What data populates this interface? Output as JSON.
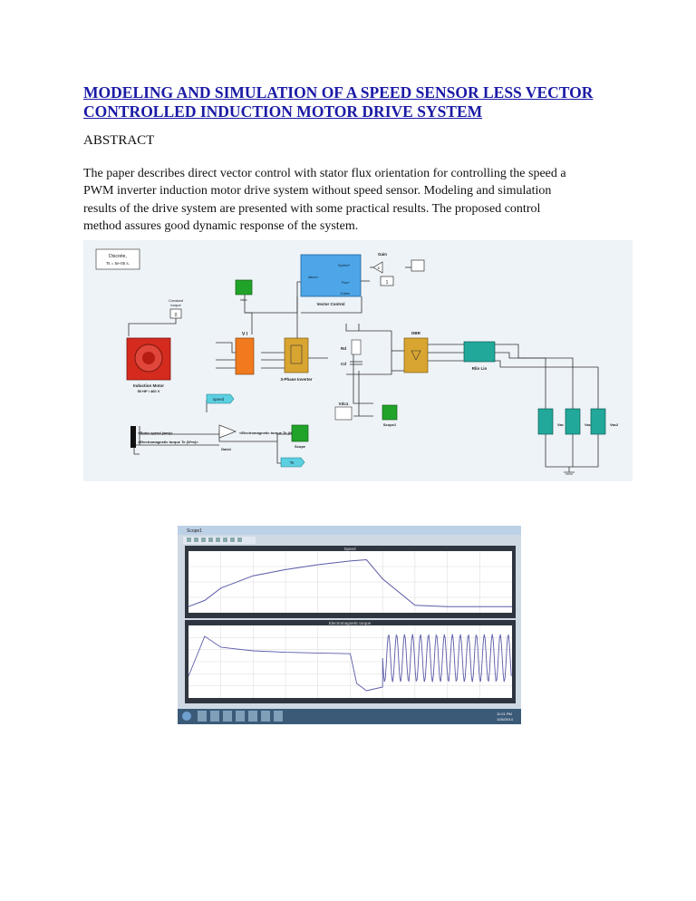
{
  "document": {
    "title_line1": "MODELING AND SIMULATION OF A SPEED SENSOR LESS VECTOR",
    "title_line2": "CONTROLLED INDUCTION MOTOR DRIVE SYSTEM",
    "abstract_heading": "ABSTRACT",
    "abstract_lines": [
      "The paper describes direct vector control with stator flux orientation for controlling the speed a",
      "PWM inverter induction motor drive system without speed sensor. Modeling and simulation",
      "results of the drive system are presented with some practical results. The proposed control",
      "method assures good dynamic response of the system."
    ]
  },
  "diagram": {
    "discrete_block": "Discrete,",
    "discrete_ts": "Ts = 5e-05 s.",
    "gain": "Gain",
    "gain_k": "K",
    "constant_value": "1",
    "vector_control": "Vector Control",
    "vc_port_in": "iabcm",
    "vc_port_speed": "Speed*",
    "vc_port_flux": "Flux*",
    "vc_port_gates": "Gates",
    "iabc_label": "iabc",
    "const_torque_l1": "Constant",
    "const_torque_l2": "torque",
    "const_torque_value": "0",
    "vi_label": "V I",
    "inverter_label": "3-Phase Inverter",
    "rd_label": "Rd",
    "cd_label": "Cd",
    "dbr_label": "DBR",
    "rlin_label": "Rlin Lin",
    "motor_label1": "Induction Motor",
    "motor_label2": "50 HP / 460 V",
    "speed_tag": "speed",
    "vdc_label": "Vdc1",
    "scope1": "Scope1",
    "scope": "Scope",
    "gain1": "Gain1",
    "tag_te": "Te",
    "bus_sig1": "<Rotor speed (wm)>",
    "bus_sig2": "<Electromagnetic torque Te (N*m)>",
    "gain_sig": "<Electromagnetic torque Te (N*m)>",
    "vab_labels": [
      "Vac",
      "Vac1",
      "Vac2"
    ]
  },
  "screenshot": {
    "window_title": "Scope1",
    "plot1_title": "Speed",
    "plot2_title": "Electromagnetic torque",
    "clock_time": "11:01 PM",
    "clock_date": "1/26/2014"
  },
  "chart_data": [
    {
      "type": "line",
      "title": "Speed",
      "x": [
        0,
        0.05,
        0.1,
        0.2,
        0.3,
        0.4,
        0.5,
        0.55,
        0.6,
        0.7,
        0.8,
        0.9,
        1.0
      ],
      "series": [
        {
          "values": [
            0.1,
            0.2,
            0.4,
            0.6,
            0.7,
            0.78,
            0.84,
            0.86,
            0.55,
            0.12,
            0.1,
            0.1,
            0.1
          ]
        }
      ]
    },
    {
      "type": "line",
      "title": "Electromagnetic torque",
      "x": [
        0,
        0.05,
        0.1,
        0.2,
        0.3,
        0.4,
        0.5,
        0.52,
        0.55,
        0.6,
        0.65,
        1.0
      ],
      "series": [
        {
          "values": [
            0.3,
            0.85,
            0.7,
            0.65,
            0.63,
            0.62,
            0.61,
            0.2,
            0.1,
            0.15,
            0.45,
            0.45
          ]
        }
      ]
    }
  ],
  "colors": {
    "title_link": "#1a1aa6",
    "motor_red": "#d42b1e",
    "vector_control_blue": "#4da6e8",
    "inverter_gold": "#d9a531",
    "scope_green": "#21a32a",
    "tag_cyan": "#5ccfe0",
    "vi_orange": "#f07a1d",
    "plot_line": "#5a5aa8"
  }
}
